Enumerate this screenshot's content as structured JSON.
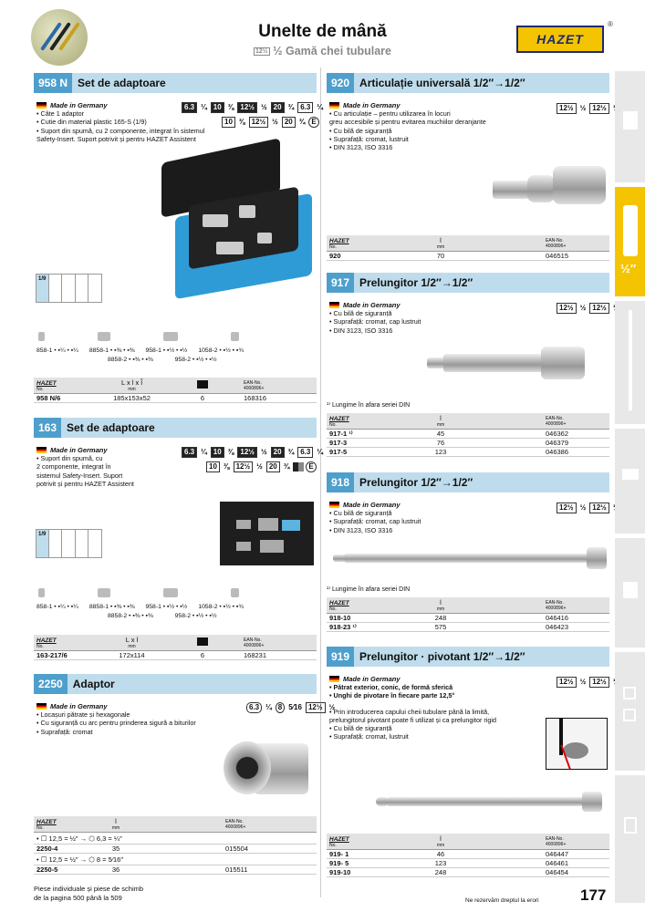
{
  "header": {
    "title": "Unelte de mână",
    "subtitle_tag": "12½",
    "subtitle": "½ Gamă chei tubulare",
    "brand": "HAZET",
    "reg": "®"
  },
  "s958": {
    "num": "958 N",
    "title": "Set de adaptoare",
    "made": "Made in Germany",
    "bullets": [
      "• Câte 1 adaptor",
      "• Cutie din material plastic 165-S (1/9)",
      "• Suport din spumă, cu 2 componente, integrat în sistemul",
      "  Safety-Insert. Suport potrivit și pentru HAZET Assistent"
    ],
    "badges1": [
      "6.3",
      "¼",
      "10",
      "⅜",
      "12½",
      "½",
      "20",
      "¾",
      "6.3",
      "¼"
    ],
    "badges2": [
      "10",
      "⅜",
      "12½",
      "½",
      "20",
      "¾",
      "E"
    ],
    "grid_label": "1/9",
    "adapters": [
      "858-1 • ▪¼ • ▪¼",
      "8858-1 • ▪⅜ • ▪⅜",
      "958-1 • ▪½ • ▪½",
      "1058-2 • ▪½ • ▪¾"
    ],
    "adapters2": [
      "8858-2 • ▪⅜ • ▪⅜",
      "958-2 • ▪½ • ▪½"
    ],
    "table": {
      "h1": "HAZET",
      "h1b": "No.",
      "h2": "L x l x l̂",
      "h2b": "mm",
      "h4": "EAN-No.",
      "h4b": "4000896+",
      "row": [
        "958 N/6",
        "185x153x52",
        "6",
        "168316"
      ]
    }
  },
  "s163": {
    "num": "163",
    "title": "Set de adaptoare",
    "made": "Made in Germany",
    "bullets": [
      "• Suport din spumă, cu",
      "  2 componente, integrat în",
      "  sistemul Safety-Insert. Suport",
      "  potrivit și pentru HAZET Assistent"
    ],
    "badges1": [
      "6.3",
      "¼",
      "10",
      "⅜",
      "12½",
      "½",
      "20",
      "¾",
      "6.3",
      "¼"
    ],
    "badges2": [
      "10",
      "⅜",
      "12½",
      "½",
      "20",
      "¾",
      "E"
    ],
    "grid_label": "1/9",
    "adapters": [
      "858-1 • ▪¼ • ▪¼",
      "8858-1 • ▪⅜ • ▪⅜",
      "958-1 • ▪½ • ▪½",
      "1058-2 • ▪½ • ▪¾"
    ],
    "adapters2": [
      "8858-2 • ▪⅜ • ▪⅜",
      "958-2 • ▪½ • ▪½"
    ],
    "table": {
      "h1": "HAZET",
      "h1b": "No.",
      "h2": "L x l",
      "h2b": "mm",
      "h4": "EAN-No.",
      "h4b": "4000896+",
      "row": [
        "163-217/6",
        "172x114",
        "6",
        "168231"
      ]
    }
  },
  "s2250": {
    "num": "2250",
    "title": "Adaptor",
    "made": "Made in Germany",
    "bullets": [
      "• Locașuri pătrate și hexagonale",
      "• Cu siguranță cu arc pentru prinderea sigură a biturilor",
      "• Suprafață: cromat"
    ],
    "badges": [
      "6.3",
      "¼",
      "8",
      "5⁄16",
      "12½",
      "½"
    ],
    "table": {
      "h1": "HAZET",
      "h1b": "No.",
      "h2": "l",
      "h2b": "mm",
      "h4": "EAN-No.",
      "h4b": "4000896+",
      "g1": "• ☐ 12,5 = ½″ → ⬡ 6,3 = ¼″",
      "r1": [
        "2250-4",
        "35",
        "015504"
      ],
      "g2": "• ☐ 12,5 = ½″ → ⬡ 8 = 5⁄16″",
      "r2": [
        "2250-5",
        "36",
        "015511"
      ]
    }
  },
  "s920": {
    "num": "920",
    "title": "Articulație universală 1/2″→1/2″",
    "made": "Made in Germany",
    "bullets": [
      "• Cu articulație – pentru utilizarea în locuri",
      "  greu accesibile și pentru evitarea muchiilor deranjante",
      "• Cu bilă de siguranță",
      "• Suprafață: cromat, lustruit",
      "• DIN 3123, ISO 3316"
    ],
    "table": {
      "h1": "HAZET",
      "h1b": "No.",
      "h2": "l",
      "h2b": "mm",
      "h4": "EAN-No.",
      "h4b": "4000896+",
      "row": [
        "920",
        "70",
        "046515"
      ]
    }
  },
  "s917": {
    "num": "917",
    "title": "Prelungitor 1/2″→1/2″",
    "made": "Made in Germany",
    "bullets": [
      "• Cu bilă de siguranță",
      "• Suprafață: cromat, cap lustruit",
      "• DIN 3123, ISO 3316"
    ],
    "note": "¹⁾ Lungime în afara seriei DIN",
    "table": {
      "h1": "HAZET",
      "h1b": "No.",
      "h2": "l",
      "h2b": "mm",
      "h4": "EAN-No.",
      "h4b": "4000896+",
      "rows": [
        [
          "917-1 ¹⁾",
          "45",
          "046362"
        ],
        [
          "917-3",
          "76",
          "046379"
        ],
        [
          "917-5",
          "123",
          "046386"
        ]
      ]
    }
  },
  "s918": {
    "num": "918",
    "title": "Prelungitor 1/2″→1/2″",
    "made": "Made in Germany",
    "bullets": [
      "• Cu bilă de siguranță",
      "• Suprafață: cromat, cap lustruit",
      "• DIN 3123, ISO 3316"
    ],
    "note": "¹⁾ Lungime în afara seriei DIN",
    "table": {
      "h1": "HAZET",
      "h1b": "No.",
      "h2": "l",
      "h2b": "mm",
      "h4": "EAN-No.",
      "h4b": "4000896+",
      "rows": [
        [
          "918-10",
          "248",
          "046416"
        ],
        [
          "918-23 ¹⁾",
          "575",
          "046423"
        ]
      ]
    }
  },
  "s919": {
    "num": "919",
    "title": "Prelungitor · pivotant 1/2″→1/2″",
    "made": "Made in Germany",
    "bold_bullets": [
      "• Pătrat exterior, conic, de formă sferică",
      "• Unghi de pivotare în fiecare parte 12,5°"
    ],
    "bullets": [
      "• Prin introducerea capului cheii tubulare până la limită,",
      "  prelungitorul pivotant poate fi utilizat și ca prelungitor rigid",
      "• Cu bilă de siguranță",
      "• Suprafață: cromat, lustruit"
    ],
    "table": {
      "h1": "HAZET",
      "h1b": "No.",
      "h2": "l",
      "h2b": "mm",
      "h4": "EAN-No.",
      "h4b": "4000896+",
      "rows": [
        [
          "919- 1",
          "46",
          "046447"
        ],
        [
          "919- 5",
          "123",
          "046461"
        ],
        [
          "919-10",
          "248",
          "046454"
        ]
      ]
    }
  },
  "badges_r": [
    "12½",
    "½",
    "12½",
    "½"
  ],
  "side": {
    "label": "½″"
  },
  "footer": {
    "note1": "Piese individuale și piese de schimb",
    "note2": "de la pagina 500 până la 509",
    "rights": "Ne rezervăm dreptul la erori",
    "page": "177"
  },
  "colors": {
    "accent": "#4f9fcc",
    "header_bg": "#bfdcec",
    "brand_yellow": "#f5c400",
    "brand_blue": "#1a2a6c"
  }
}
